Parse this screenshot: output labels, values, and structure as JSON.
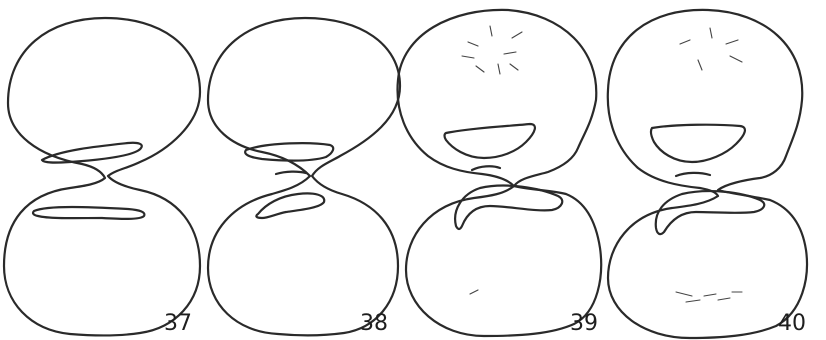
{
  "figures": [
    {
      "number": "37"
    },
    {
      "number": "38"
    },
    {
      "number": "39"
    },
    {
      "number": "40"
    }
  ]
}
